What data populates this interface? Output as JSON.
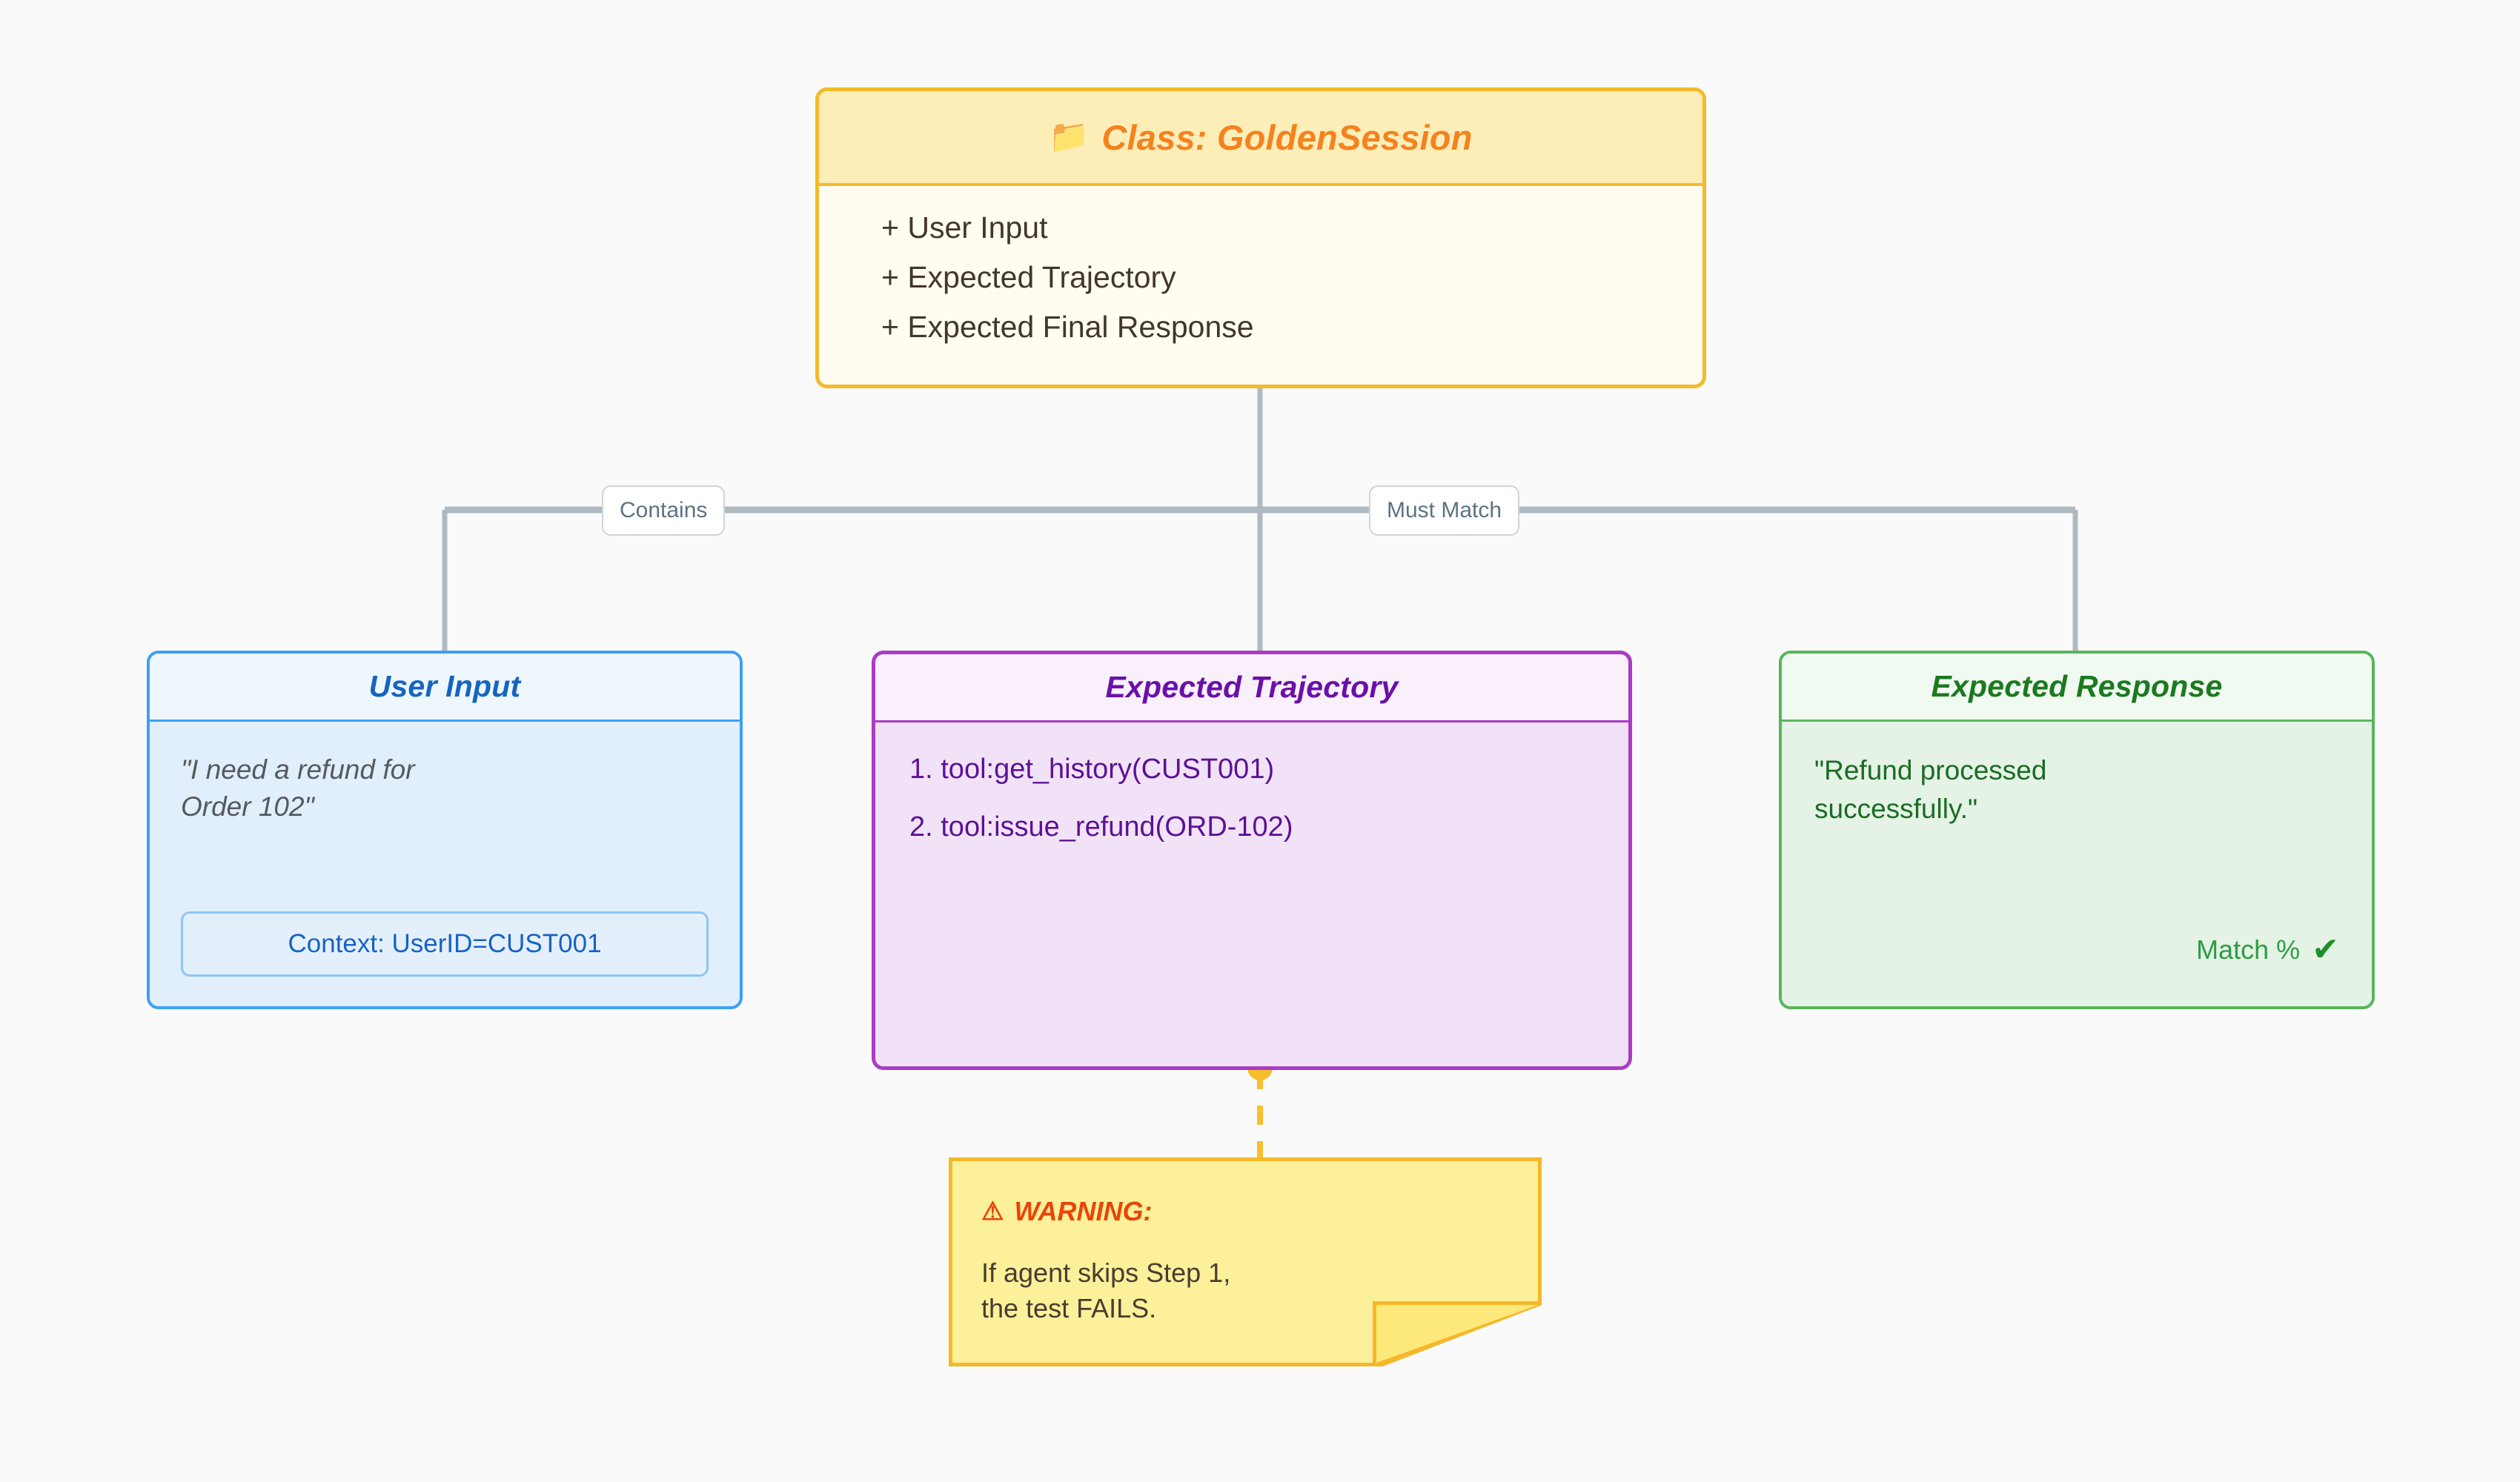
{
  "diagram": {
    "background_color": "#fafafa",
    "class_node": {
      "icon": "folder-icon",
      "icon_glyph": "📁",
      "title": "Class: GoldenSession",
      "accent_color": "#f5ba2a",
      "title_color": "#f4821f",
      "attributes": [
        "+ User Input",
        "+ Expected Trajectory",
        "+ Expected Final Response"
      ]
    },
    "edges": [
      {
        "label": "Contains",
        "from": "Class: GoldenSession",
        "to": "User Input"
      },
      {
        "label": "Must Match",
        "from": "Class: GoldenSession",
        "to": "Expected Response"
      }
    ],
    "user_input_node": {
      "title": "User Input",
      "accent_color": "#3da0f5",
      "title_color": "#1565c0",
      "quote": "\"I need a refund for\nOrder 102\"",
      "context_chip": "Context: UserID=CUST001"
    },
    "trajectory_node": {
      "title": "Expected Trajectory",
      "accent_color": "#ab3bc4",
      "title_color": "#6a10a8",
      "steps": [
        "1. tool:get_history(CUST001)",
        "2. tool:issue_refund(ORD-102)"
      ]
    },
    "response_node": {
      "title": "Expected Response",
      "accent_color": "#58b65c",
      "title_color": "#1b7a1f",
      "quote": "\"Refund processed\nsuccessfully.\"",
      "match_label": "Match %",
      "match_check": "✔"
    },
    "warning_note": {
      "icon": "warning-triangle-icon",
      "icon_glyph": "⚠",
      "title": "WARNING:",
      "title_color": "#e8450a",
      "text": "If agent skips Step 1,\nthe test FAILS.",
      "note_color": "#fcf09a",
      "border_color": "#f5b82a"
    }
  }
}
